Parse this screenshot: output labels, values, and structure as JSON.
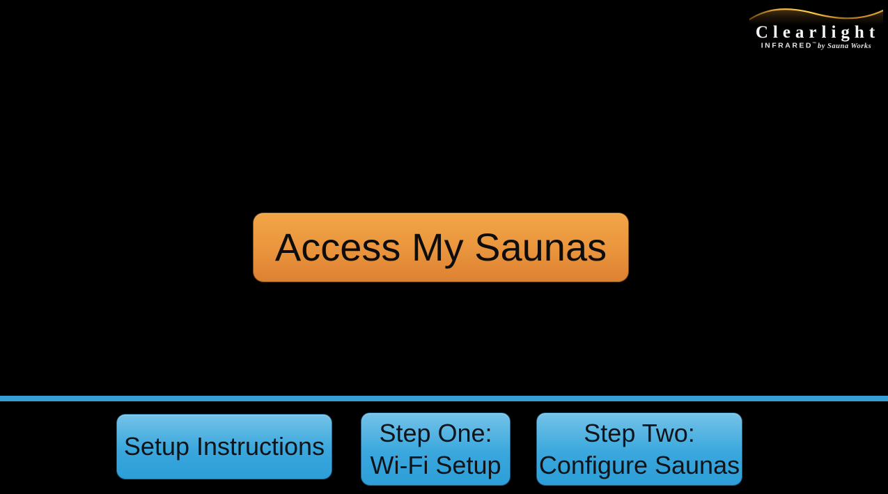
{
  "app": {
    "background_color": "#000000"
  },
  "logo": {
    "brand": "Clearlight",
    "tagline_infrared": "INFRARED",
    "tagline_tm": "™",
    "tagline_byline": "by Sauna Works",
    "swoosh_color": "#f6b93f"
  },
  "main": {
    "access_button_label": "Access My Saunas",
    "access_button_color_top": "#f2a546",
    "access_button_color_bottom": "#dd8132"
  },
  "footer": {
    "divider_color": "#369fd5",
    "button_color_top": "#74c3e7",
    "button_color_bottom": "#2d9ed7",
    "setup_button": {
      "line1": "Setup Instructions",
      "line2": ""
    },
    "step_one_button": {
      "line1": "Step One:",
      "line2": "Wi-Fi Setup"
    },
    "step_two_button": {
      "line1": "Step Two:",
      "line2": "Configure Saunas"
    }
  }
}
